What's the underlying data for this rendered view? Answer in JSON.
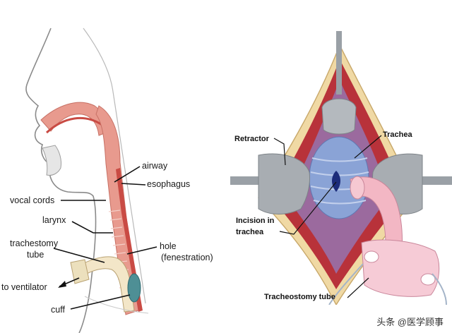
{
  "left_diagram": {
    "labels": {
      "airway": "airway",
      "esophagus": "esophagus",
      "vocal_cords": "vocal cords",
      "larynx": "larynx",
      "trachestomy_tube_line1": "trachestomy",
      "trachestomy_tube_line2": "tube",
      "hole_line1": "hole",
      "hole_line2": "(fenestration)",
      "to_ventilator": "to ventilator",
      "cuff": "cuff"
    }
  },
  "right_diagram": {
    "labels": {
      "retractor": "Retractor",
      "trachea": "Trachea",
      "incision_line1": "Incision in",
      "incision_line2": "trachea",
      "tracheostomy_tube": "Tracheostomy tube"
    }
  },
  "watermark": "头条 @医学顾事",
  "colors": {
    "tissue_pink": "#e89a8e",
    "airway_red": "#c94b44",
    "tube_cream": "#f3e6c8",
    "cuff_teal": "#4e8f95",
    "retractor_gray": "#9aa0a6",
    "trachea_blue": "#8aa3d6",
    "wound_red": "#b8323a",
    "tube_pink": "#f3b7c4",
    "skin_tan": "#f0d9a4"
  }
}
